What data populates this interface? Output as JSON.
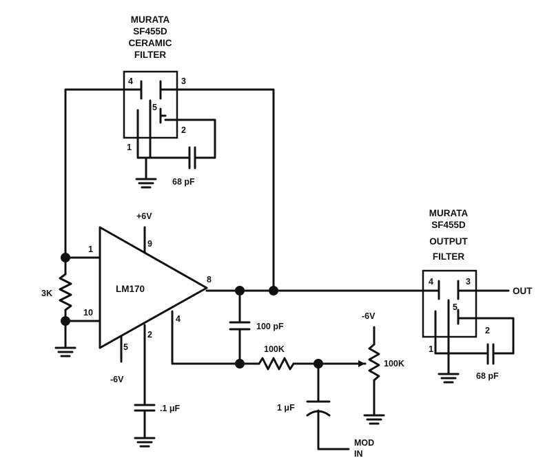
{
  "filter_top": {
    "title_lines": [
      "MURATA",
      "SF455D",
      "CERAMIC",
      "FILTER"
    ],
    "pins": {
      "p4": "4",
      "p3": "3",
      "p5": "5",
      "p2": "2",
      "p1": "1"
    },
    "cap": "68 pF"
  },
  "filter_output": {
    "title_lines": [
      "MURATA",
      "SF455D",
      "OUTPUT",
      "FILTER"
    ],
    "pins": {
      "p4": "4",
      "p3": "3",
      "p5": "5",
      "p2": "2",
      "p1": "1"
    },
    "cap": "68 pF",
    "out_label": "OUT"
  },
  "amplifier": {
    "name": "LM170",
    "pins": {
      "p1": "1",
      "p10": "10",
      "p9": "9",
      "p8": "8",
      "p4": "4",
      "p5": "5",
      "p2": "2"
    },
    "supply_pos": "+6V",
    "supply_neg": "-6V"
  },
  "components": {
    "r_input": "3K",
    "c_pin2": ".1 μF",
    "c_out": "100 pF",
    "r_series": "100K",
    "pot": "100K",
    "pot_supply": "-6V",
    "c_mod": "1 μF",
    "mod_in_lines": [
      "MOD",
      "IN"
    ]
  }
}
